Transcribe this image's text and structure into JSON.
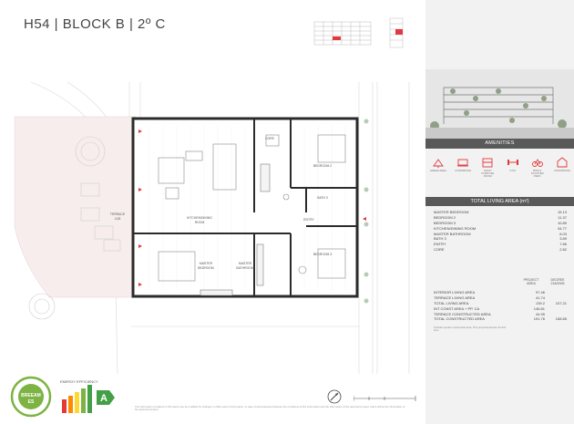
{
  "header": {
    "title": "H54  |  BLOCK B  |  2º C"
  },
  "plan_labels": {
    "terrace": "TERRACE\n4,25",
    "kitchen": "KITCHEN/DINING\nROOM",
    "master": "MASTER\nBEDROOM",
    "master_bath": "MASTER\nBATHROOM",
    "core": "CORE",
    "bedroom2": "BEDROOM 2",
    "bath3": "BATH 3",
    "entry": "ENTRY",
    "bedroom3": "BEDROOM 3"
  },
  "amenities": {
    "title": "AMENITIES",
    "items": [
      {
        "label": "GREEN AREA",
        "icon": "green-area-icon"
      },
      {
        "label": "COWORKING",
        "icon": "coworking-icon"
      },
      {
        "label": "MULTI PURPOSE ROOM",
        "icon": "multipurpose-room-icon"
      },
      {
        "label": "GYM",
        "icon": "gym-icon"
      },
      {
        "label": "BIKE & SCOOTER PARK",
        "icon": "bike-park-icon"
      },
      {
        "label": "COWORKING",
        "icon": "coworking-space-icon"
      }
    ]
  },
  "living_area": {
    "title": "TOTAL LIVING AREA (m²)",
    "rooms": [
      {
        "name": "MASTER BEDROOM",
        "area": "15.13"
      },
      {
        "name": "BEDROOM 2",
        "area": "11.37"
      },
      {
        "name": "BEDROOM 3",
        "area": "10.89"
      },
      {
        "name": "KITCHEN/DINING ROOM",
        "area": "34.77"
      },
      {
        "name": "MASTER BATHROOM",
        "area": "6.03"
      },
      {
        "name": "BATH 3",
        "area": "3.89"
      },
      {
        "name": "ENTRY",
        "area": "7.86"
      },
      {
        "name": "CORE",
        "area": "2.82"
      }
    ]
  },
  "summary": {
    "col1": "PROJECT\nAREA",
    "col2": "DECREE\n218/2005",
    "rows": [
      {
        "label": "INTERIOR LIVING AREA",
        "project": "97.46",
        "decree": ""
      },
      {
        "label": "TERRACE LIVING AREA",
        "project": "41.74",
        "decree": ""
      },
      {
        "label": "TOTAL LIVING AREA",
        "project": "139.2",
        "decree": "107.21"
      },
      {
        "label": "INT CONST AREA + PP. CA",
        "project": "146.81",
        "decree": ""
      },
      {
        "label": "TERRACE CONSTRUCTED AREA",
        "project": "44.95",
        "decree": ""
      },
      {
        "label": "TOTAL CONSTRUCTED AREA",
        "project": "191.76",
        "decree": "158.85"
      }
    ],
    "note": "Includes square constructed area. Of a proportional and not this time."
  },
  "badges": {
    "breeam": "BREEAM\nES",
    "energy_title": "ENERGY EFFICIENCY",
    "energy_class": "A"
  },
  "footnote": "The information contained in this plans may be modified for changes in office work of this project. In case of discrepancies between the conditions of this information and the information of the approved project, that it will be the information of the approved project."
}
